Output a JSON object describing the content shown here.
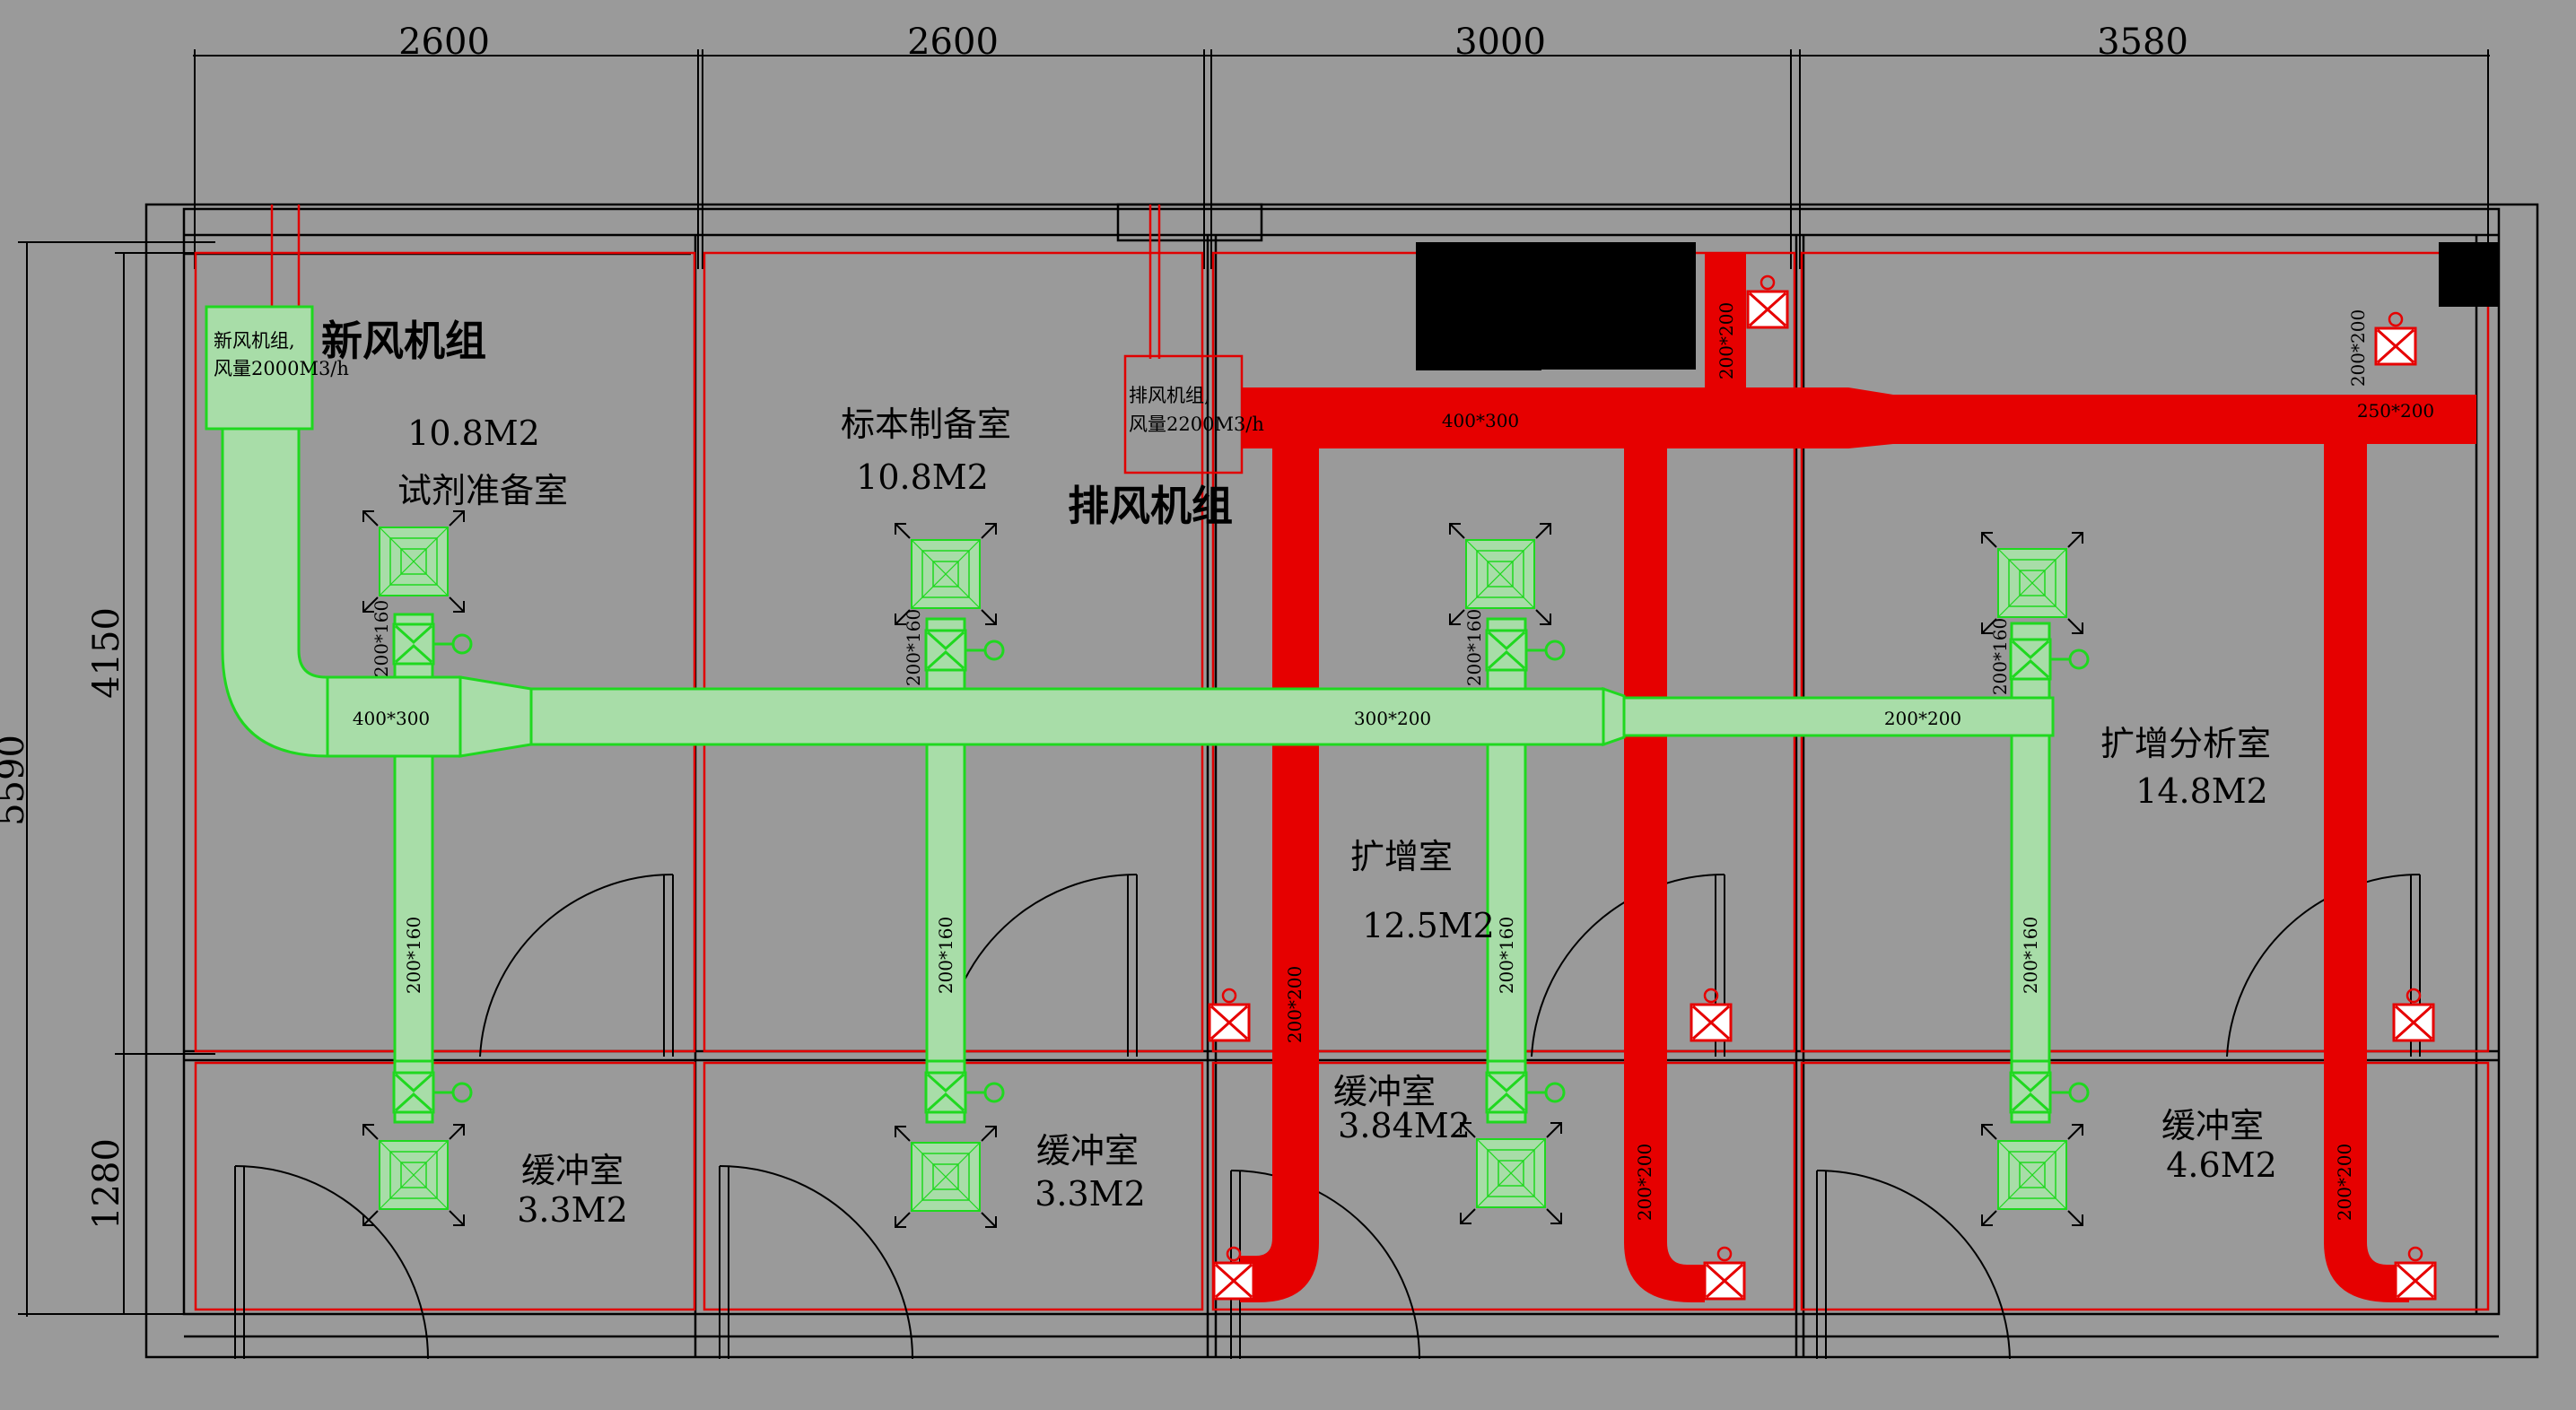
{
  "dimensions": {
    "top": [
      "2600",
      "2600",
      "3000",
      "3580"
    ],
    "left_total": "5590",
    "left_upper": "4150",
    "left_lower": "1280"
  },
  "units": {
    "fresh_air": {
      "title": "新风机组",
      "label_line1": "新风机组,",
      "label_line2": "风量2000M3/h"
    },
    "exhaust": {
      "title": "排风机组",
      "label_line1": "排风机组,",
      "label_line2": "风量2200M3/h"
    }
  },
  "rooms": [
    {
      "name": "试剂准备室",
      "area": "10.8M2"
    },
    {
      "name": "标本制备室",
      "area": "10.8M2"
    },
    {
      "name": "扩增室",
      "area": "12.5M2"
    },
    {
      "name": "扩增分析室",
      "area": "14.8M2"
    },
    {
      "name": "缓冲室",
      "area": "3.3M2"
    },
    {
      "name": "缓冲室",
      "area": "3.3M2"
    },
    {
      "name": "缓冲室",
      "area": "3.84M2"
    },
    {
      "name": "缓冲室",
      "area": "4.6M2"
    }
  ],
  "duct_labels": {
    "supply_main_1": "400*300",
    "supply_main_2": "300*200",
    "supply_main_3": "200*200",
    "supply_branch": "200*160",
    "exhaust_main": "400*300",
    "exhaust_end": "250*200",
    "exhaust_branch": "200*200"
  },
  "colors": {
    "supply_duct": "#a8dda8",
    "supply_outline": "#1fd81f",
    "exhaust_duct": "#e60000",
    "background": "#9a9a9a"
  }
}
